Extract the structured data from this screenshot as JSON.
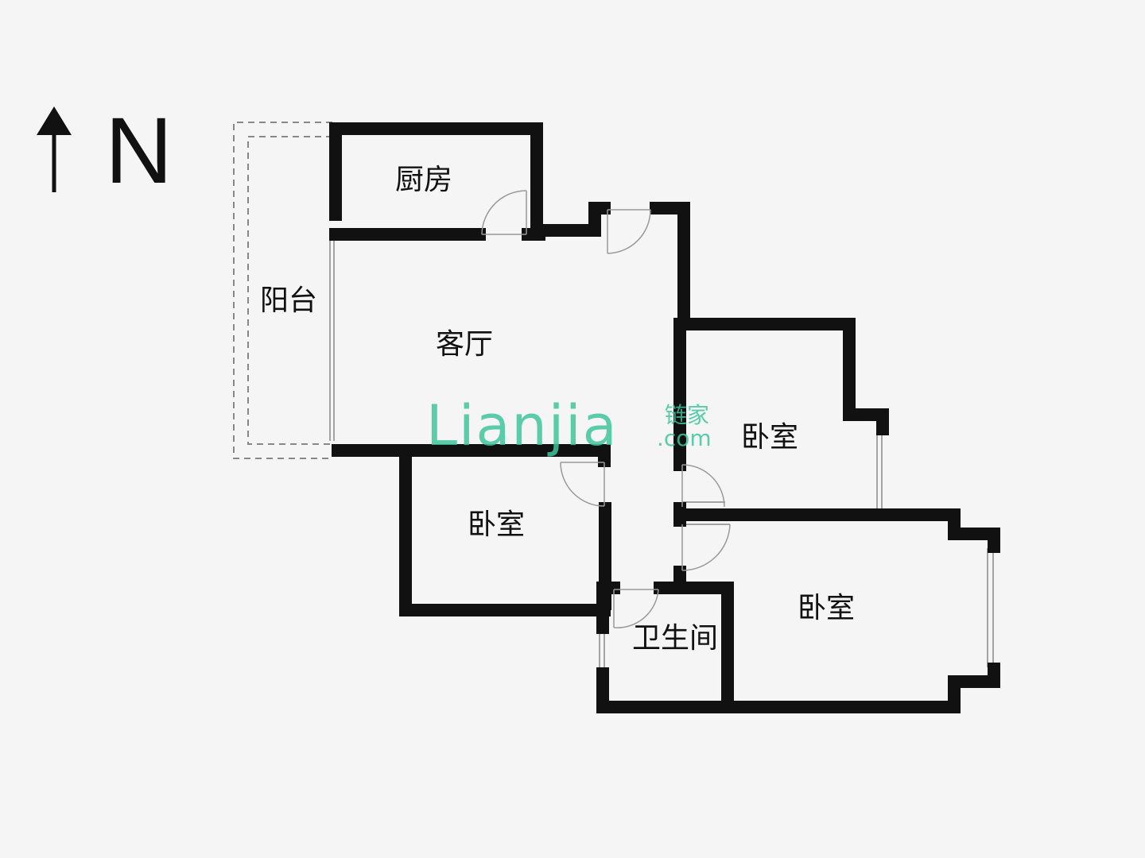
{
  "compass": {
    "letter": "N",
    "icon": "north-arrow-icon"
  },
  "rooms": {
    "kitchen": "厨房",
    "balcony": "阳台",
    "living_room": "客厅",
    "bedroom_east": "卧室",
    "bedroom_west": "卧室",
    "bedroom_southeast": "卧室",
    "bathroom": "卫生间"
  },
  "watermark": {
    "brand": "Lianjia",
    "brand_cn": "链家",
    "domain": ".com",
    "color": "#3fc59a"
  },
  "colors": {
    "background": "#f5f5f5",
    "wall": "#111111",
    "door_swing": "#999999"
  }
}
